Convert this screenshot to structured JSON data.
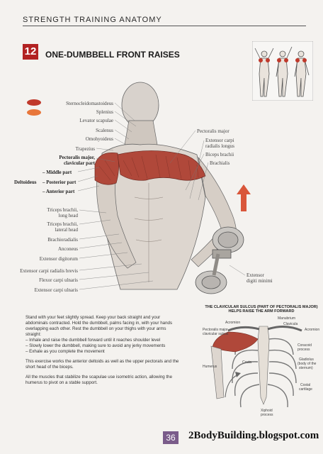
{
  "running_head": "STRENGTH TRAINING ANATOMY",
  "exercise": {
    "number": "12",
    "title": "ONE-DUMBBELL FRONT RAISES"
  },
  "legend_colors": {
    "primary": "#c0392b",
    "secondary": "#e8763a"
  },
  "muscle_labels_left": {
    "sternocleidomastoideus": "Sternocleidomastoideus",
    "splenius": "Splenius",
    "levator_scapulae": "Levator scapulae",
    "scalenus": "Scalenus",
    "omohyoideus": "Omohyoideus",
    "trapezius": "Trapezius",
    "pectoralis_clavicular": "Pectoralis major,",
    "pectoralis_clavicular_2": "clavicular part",
    "deltoideus": "Deltoideus",
    "middle_part": "– Middle part",
    "posterior_part": "– Posterior part",
    "anterior_part": "– Anterior part",
    "triceps_long": "Triceps brachii,",
    "triceps_long_2": "long head",
    "triceps_lateral": "Triceps brachii,",
    "triceps_lateral_2": "lateral head",
    "brachioradialis": "Brachioradialis",
    "anconeus": "Anconeus",
    "extensor_digitorum": "Extensor digitorum",
    "extensor_radialis_brevis": "Extensor carpi radialis brevis",
    "flexor_ulnaris": "Flexor carpi ulnaris",
    "extensor_ulnaris": "Extensor carpi ulnaris"
  },
  "muscle_labels_right": {
    "pectoralis_major": "Pectoralis major",
    "extensor_radialis_longus": "Extensor carpi",
    "extensor_radialis_longus_2": "radialis longus",
    "biceps": "Biceps brachii",
    "brachialis": "Brachialis",
    "extensor_digiti": "Extensor",
    "extensor_digiti_2": "digiti minimi"
  },
  "instructions": [
    "Stand with your feet slightly spread. Keep your back straight and your abdominals contracted. Hold the dumbbell, palms facing in, with your hands overlapping each other. Rest the dumbbell on your thighs with your arms straight:",
    "– Inhale and raise the dumbbell forward until it reaches shoulder level",
    "– Slowly lower the dumbbell, making sure to avoid any jerky movements",
    "– Exhale as you complete the movement"
  ],
  "notes": [
    "This exercise works the anterior deltoids as well as the upper pectorals and the short head of the biceps.",
    "All the muscles that stabilize the scapulae use isometric action, allowing the humerus to pivot on a stable support."
  ],
  "inset": {
    "caption_1": "THE CLAVICULAR SULCUS (PART OF PECTORALIS MAJOR)",
    "caption_2": "HELPS RAISE THE ARM FORWARD",
    "labels": {
      "acromion_left": "Acromion",
      "manubrium": "Manubrium",
      "clavicula": "Clavicula",
      "acromion_right": "Acromion",
      "pectoralis_sulcus": "Pectoralis major,",
      "pectoralis_sulcus_2": "clavicular sulcus",
      "coracoid": "Coracoid",
      "coracoid_2": "process",
      "gladiolus": "Gladiolus",
      "gladiolus_2": "(body of the",
      "gladiolus_3": "sternum)",
      "costa": "Costa",
      "humerus": "Humerus",
      "costal": "Costal",
      "costal_2": "cartilage",
      "xiphoid": "Xiphoid",
      "xiphoid_2": "process"
    }
  },
  "page_number": "36",
  "watermark": "2BodyBuilding.blogspot.com"
}
